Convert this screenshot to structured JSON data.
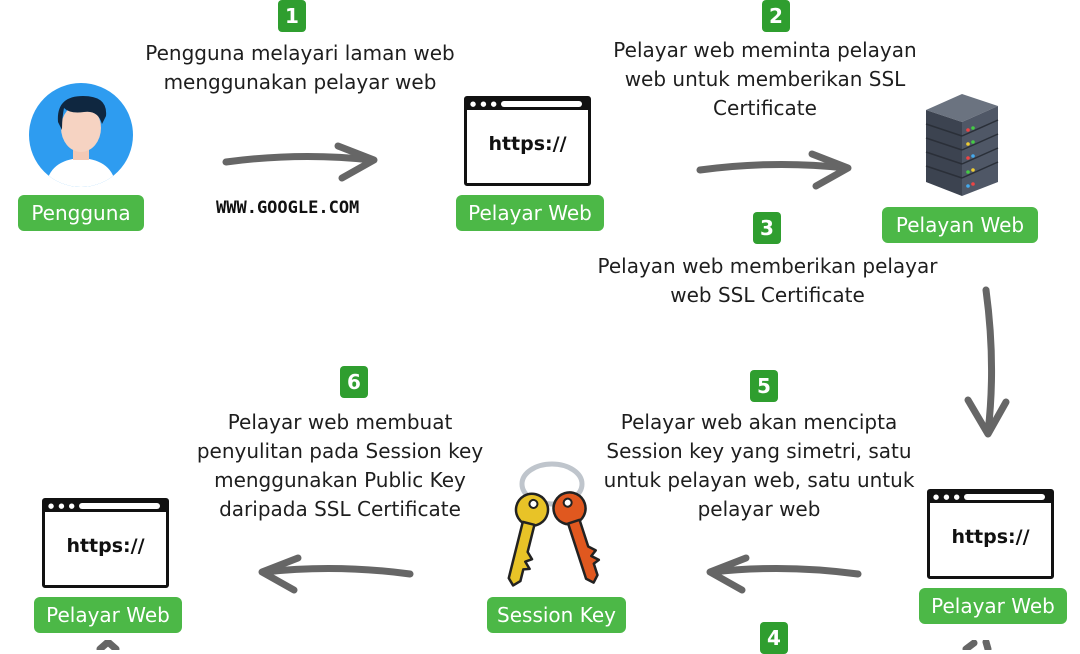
{
  "steps": {
    "s1": {
      "number": "1",
      "text": "Pengguna  melayari laman web menggunakan pelayar web"
    },
    "s2": {
      "number": "2",
      "text": "Pelayar web meminta pelayan web untuk memberikan SSL Certificate"
    },
    "s3": {
      "number": "3",
      "text": "Pelayan web memberikan pelayar web SSL Certificate"
    },
    "s4": {
      "number": "4"
    },
    "s5": {
      "number": "5",
      "text": "Pelayar web akan mencipta Session key yang simetri, satu untuk pelayan web, satu untuk pelayar web"
    },
    "s6": {
      "number": "6",
      "text": "Pelayar web membuat penyulitan pada Session key menggunakan Public Key daripada SSL Certificate"
    }
  },
  "labels": {
    "pengguna": "Pengguna",
    "pelayar_web": "Pelayar Web",
    "pelayan_web": "Pelayan Web",
    "session_key": "Session Key"
  },
  "url_text": "WWW.GOOGLE.COM",
  "browser_text": "https://",
  "colors": {
    "green_label": "#4cb847",
    "green_step": "#2f9e2f",
    "arrow": "#666666"
  }
}
